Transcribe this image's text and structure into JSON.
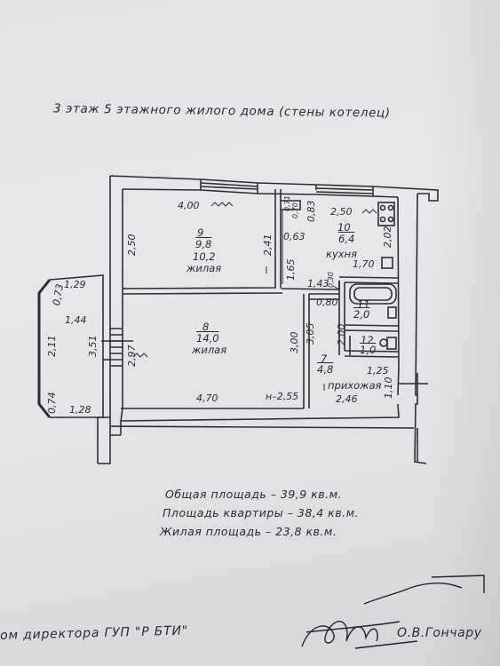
{
  "title": "3 этаж 5 этажного жилого дома (стены котелец)",
  "rooms": [
    {
      "id": "9",
      "area1": "9,8",
      "area2": "10,2",
      "name": "жилая"
    },
    {
      "id": "8",
      "area1": "14,0",
      "name": "жилая"
    },
    {
      "id": "10",
      "area1": "6,4",
      "name": "кухня"
    },
    {
      "id": "11",
      "area1": "2,0"
    },
    {
      "id": "12",
      "area1": "1,0"
    },
    {
      "id": "7",
      "area1": "4,8",
      "name": "прихожая"
    }
  ],
  "dimensions": {
    "r9_width": "4,00",
    "r9_height": "2,50",
    "r9_right": "2,41",
    "kitchen_width": "2,50",
    "kitchen_height": "2,02",
    "kitchen_bottom": "1,70",
    "kitchen_left_top": "0,63",
    "kitchen_left_bottom": "1,65",
    "vent_a": "0,71",
    "vent_b": "0,70",
    "vent_c": "0,83",
    "bath_left": "1,43",
    "bath_small": "0,30",
    "bath_inner": "0,80",
    "hall_left": "3,05",
    "hall_inner": "2,00",
    "hall_width": "1,25",
    "hall_right": "1,10",
    "hall_bottom": "2,46",
    "r8_width": "4,70",
    "r8_height": "3,00",
    "r8_left": "2,97",
    "r8_niche": "н–2,55",
    "wall_left": "3,51",
    "balcony_top": "1,29",
    "balcony_mid": "1,44",
    "balcony_bottom": "1,28",
    "balcony_side": "2,11",
    "balcony_corner_top": "0,73",
    "balcony_corner_bottom": "0,74"
  },
  "areas": {
    "total": "Общая площадь – 39,9 кв.м.",
    "apartment": "Площадь квартиры – 38,4 кв.м.",
    "living": "Жилая площадь – 23,8 кв.м."
  },
  "footer": {
    "text": "ом директора ГУП \"Р БТИ\"",
    "name": "О.В.Гончару"
  }
}
